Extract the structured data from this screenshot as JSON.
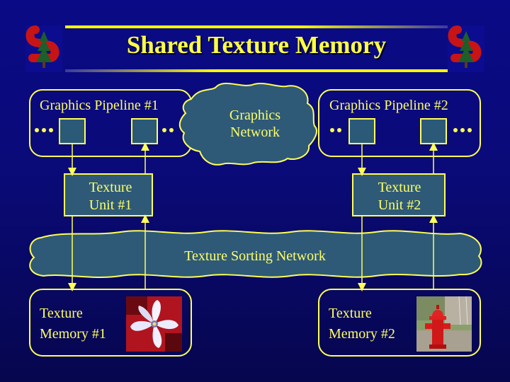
{
  "slide": {
    "title": "Shared Texture Memory"
  },
  "diagram": {
    "pipeline_1": "Graphics Pipeline #1",
    "pipeline_2": "Graphics Pipeline #2",
    "graphics_network_line1": "Graphics",
    "graphics_network_line2": "Network",
    "texture_unit_1_line1": "Texture",
    "texture_unit_1_line2": "Unit #1",
    "texture_unit_2_line1": "Texture",
    "texture_unit_2_line2": "Unit #2",
    "sorting_network": "Texture Sorting Network",
    "memory_1_line1": "Texture",
    "memory_1_line2": "Memory #1",
    "memory_2_line1": "Texture",
    "memory_2_line2": "Memory #2"
  },
  "colors": {
    "line": "#ffff55",
    "cloud_fill": "#2e5a78",
    "background": "#0a0a80"
  }
}
